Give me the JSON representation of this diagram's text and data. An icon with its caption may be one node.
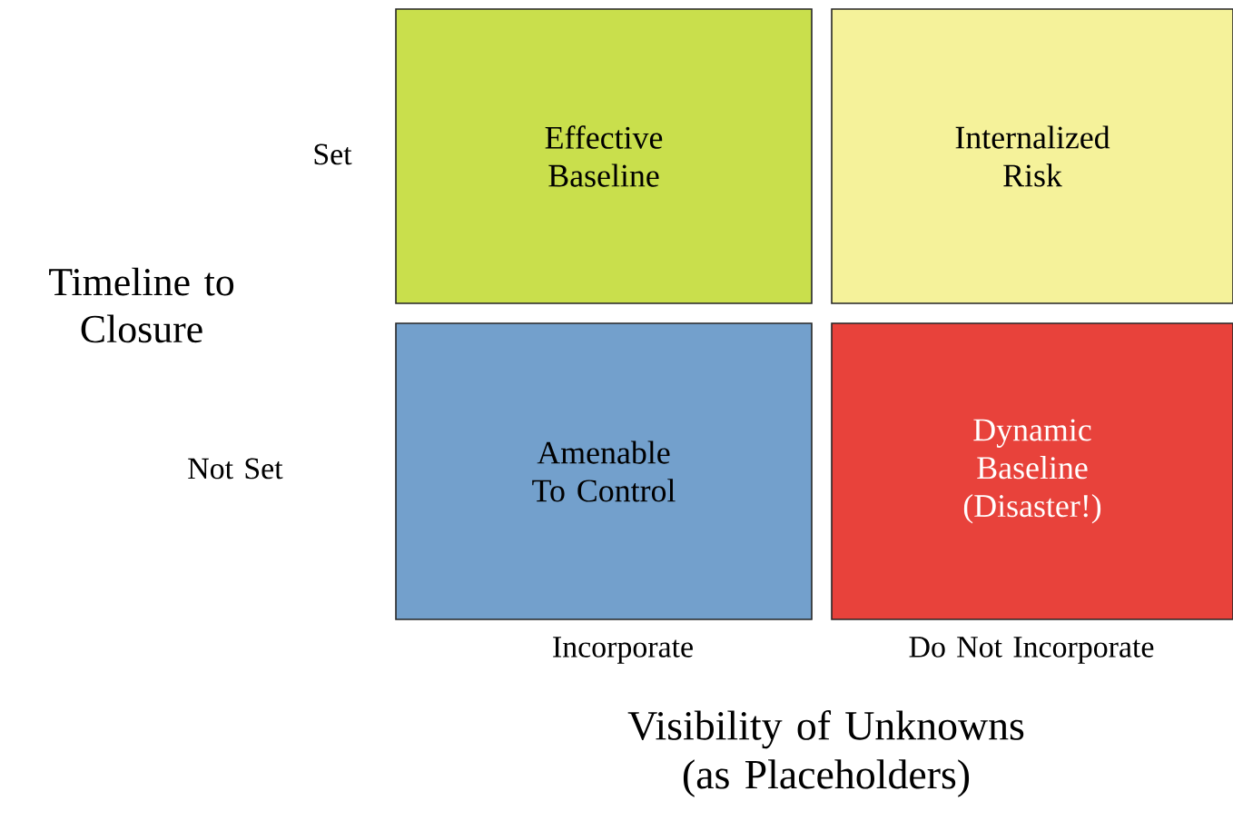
{
  "diagram": {
    "nodes": [
      {
        "text": [
          "Effective Baseline"
        ]
      },
      {
        "text": [
          "Internalized Risk"
        ]
      },
      {
        "text": [
          "Amenable To Control"
        ]
      },
      {
        "text": [
          "Dynamic Baseline (Disaster!)"
        ]
      }
    ],
    "labels": [
      "Set",
      "Timeline to Closure",
      "Not Set",
      "Incorporate",
      "Do Not Incorporate",
      "Visibility of Unknowns (as Placeholders)"
    ]
  }
}
